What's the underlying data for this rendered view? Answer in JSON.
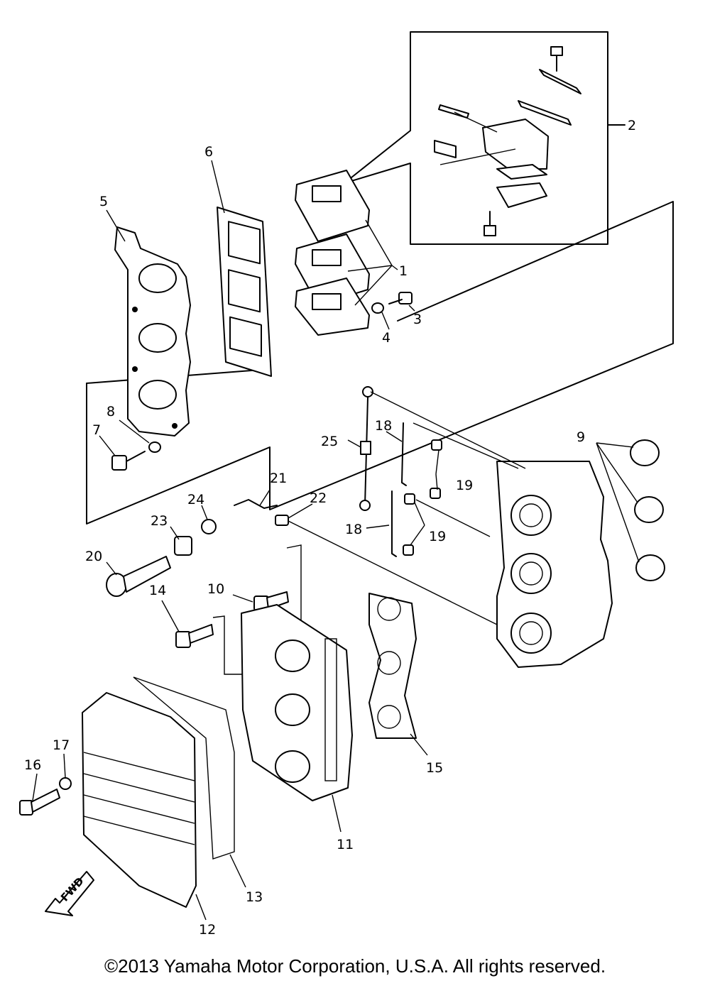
{
  "callouts": [
    {
      "id": "1",
      "text": "1"
    },
    {
      "id": "2",
      "text": "2"
    },
    {
      "id": "3",
      "text": "3"
    },
    {
      "id": "4",
      "text": "4"
    },
    {
      "id": "5",
      "text": "5"
    },
    {
      "id": "6",
      "text": "6"
    },
    {
      "id": "7",
      "text": "7"
    },
    {
      "id": "8",
      "text": "8"
    },
    {
      "id": "9",
      "text": "9"
    },
    {
      "id": "10",
      "text": "10"
    },
    {
      "id": "11",
      "text": "11"
    },
    {
      "id": "12",
      "text": "12"
    },
    {
      "id": "13",
      "text": "13"
    },
    {
      "id": "14",
      "text": "14"
    },
    {
      "id": "15",
      "text": "15"
    },
    {
      "id": "16",
      "text": "16"
    },
    {
      "id": "17",
      "text": "17"
    },
    {
      "id": "18a",
      "text": "18"
    },
    {
      "id": "18b",
      "text": "18"
    },
    {
      "id": "19a",
      "text": "19"
    },
    {
      "id": "19b",
      "text": "19"
    },
    {
      "id": "20",
      "text": "20"
    },
    {
      "id": "21",
      "text": "21"
    },
    {
      "id": "22",
      "text": "22"
    },
    {
      "id": "23",
      "text": "23"
    },
    {
      "id": "24",
      "text": "24"
    },
    {
      "id": "25",
      "text": "25"
    }
  ],
  "fwd_label": "FWD",
  "copyright": "©2013 Yamaha Motor Corporation, U.S.A. All rights reserved."
}
